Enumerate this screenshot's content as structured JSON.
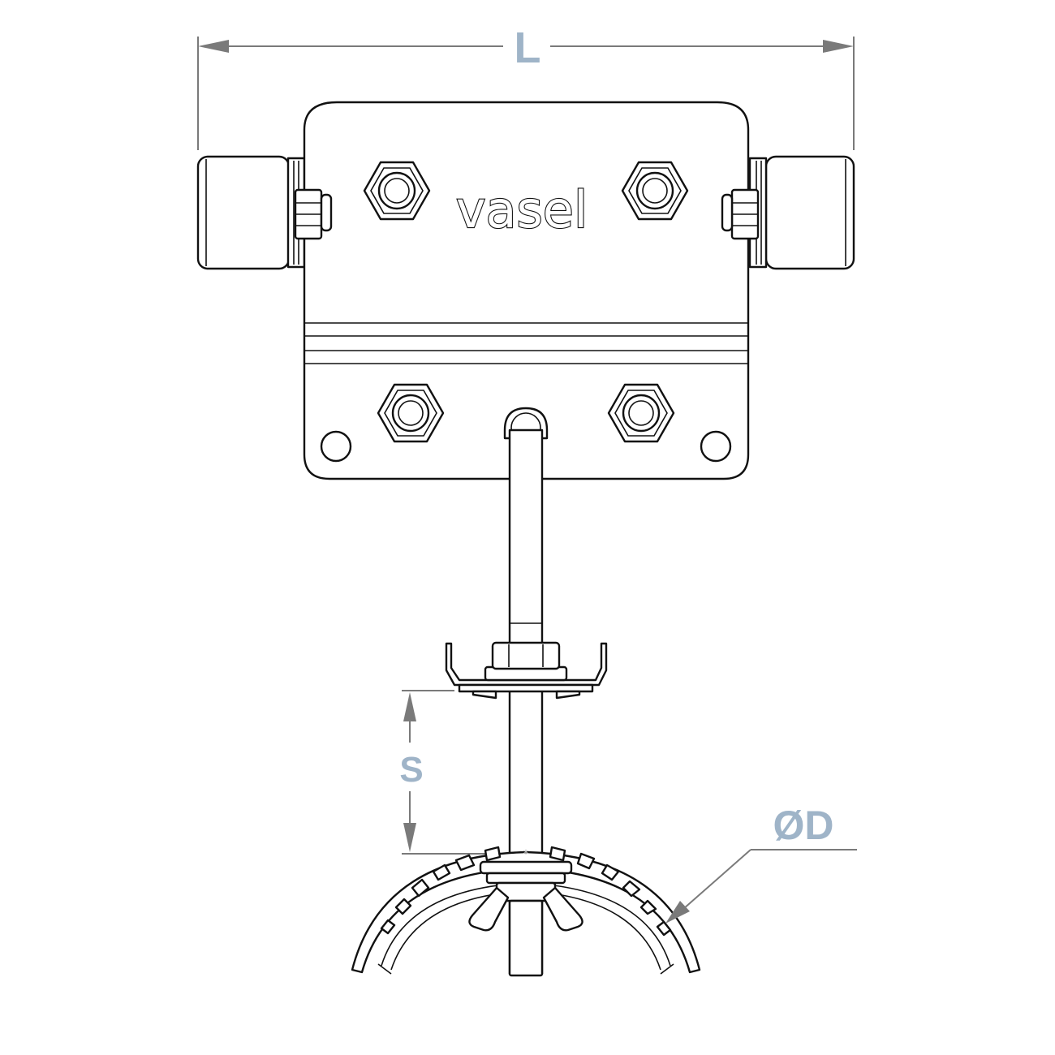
{
  "brand": {
    "logo_text": "vasel"
  },
  "dimensions": {
    "length_label": "L",
    "spacing_label": "S",
    "diameter_label": "ØD"
  },
  "colors": {
    "line": "#111111",
    "dimension_line": "#7a7a7a",
    "dimension_text": "#9fb4c8",
    "background": "#ffffff"
  }
}
